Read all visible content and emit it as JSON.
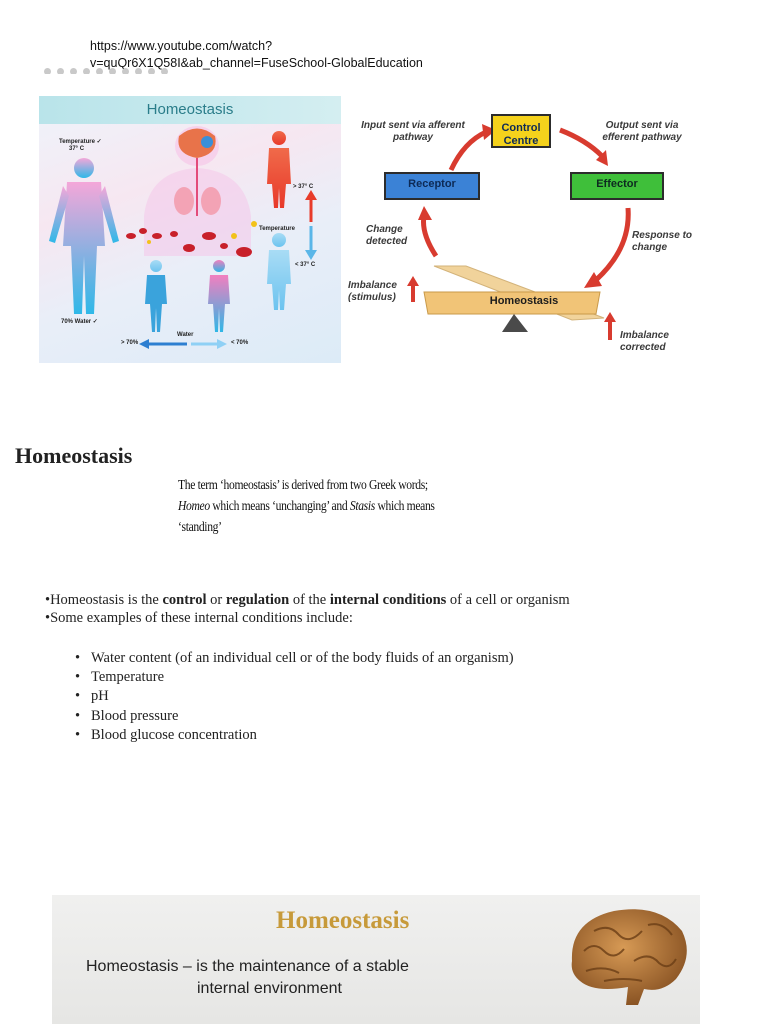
{
  "source": {
    "url_line1": "https://www.youtube.com/watch?",
    "url_line2": "v=quQr6X1Q58I&ab_channel=FuseSchool-GlobalEducation"
  },
  "figure_left": {
    "title": "Homeostasis",
    "temp_label": "Temperature ✓",
    "temp_value": "37° C",
    "water_label": "70% Water ✓",
    "temp_scale_label": "Temperature",
    "above_37": "> 37° C",
    "below_37": "< 37° C",
    "water_axis_label": "Water",
    "above_70": "> 70%",
    "below_70": "< 70%"
  },
  "figure_right": {
    "control_centre": "Control Centre",
    "receptor": "Receptor",
    "effector": "Effector",
    "homeostasis": "Homeostasis",
    "input_note": "Input sent via afferent pathway",
    "output_note": "Output sent via efferent pathway",
    "change_note": "Change detected",
    "response_note": "Response to change",
    "imbalance_note": "Imbalance (stimulus)",
    "corrected_note": "Imbalance corrected"
  },
  "section": {
    "heading": "Homeostasis",
    "definition_line1": "The term ‘homeostasis’ is derived from two Greek words;",
    "definition_line2_a": "Homeo",
    "definition_line2_b": " which means ‘unchanging’ and ",
    "definition_line2_c": "Stasis",
    "definition_line2_d": " which means",
    "definition_line3": "‘standing’"
  },
  "body": {
    "p1_a": "•Homeostasis is the ",
    "p1_b": "control",
    "p1_c": " or ",
    "p1_d": "regulation",
    "p1_e": " of the ",
    "p1_f": "internal conditions",
    "p1_g": " of a cell or organism",
    "p2": "•Some examples of these internal conditions include:",
    "items": [
      "Water content (of an individual cell or of the body fluids of an organism)",
      "Temperature",
      "pH",
      "Blood pressure",
      "Blood glucose concentration"
    ]
  },
  "slide": {
    "title": "Homeostasis",
    "line1": "Homeostasis – is the maintenance of a stable",
    "line2": "internal environment"
  },
  "colors": {
    "arrow_red": "#d83b2f",
    "receptor_blue": "#3b82d6",
    "effector_green": "#3fbf3a",
    "control_yellow": "#f5d21c",
    "seesaw": "#f1d39b",
    "slide_title": "#c79a3a"
  }
}
